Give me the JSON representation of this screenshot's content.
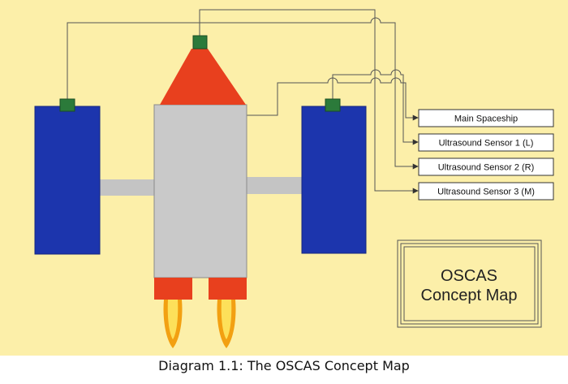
{
  "colors": {
    "background": "#fcefa9",
    "module_blue": "#1c35ad",
    "connector_green": "#2b7a3a",
    "nose_red": "#e8401e",
    "body_gray": "#c9c9c9",
    "strut_gray": "#c4c4c4",
    "flame_orange": "#f2a012",
    "flame_yellow": "#fde05a",
    "wire": "#555555"
  },
  "sensors": {
    "main": "Main Spaceship",
    "left": "Ultrasound Sensor 1 (L)",
    "right": "Ultrasound Sensor 2 (R)",
    "middle": "Ultrasound Sensor 3 (M)"
  },
  "title_box": {
    "line1": "OSCAS",
    "line2": "Concept Map"
  },
  "caption": "Diagram 1.1: The OSCAS Concept Map"
}
